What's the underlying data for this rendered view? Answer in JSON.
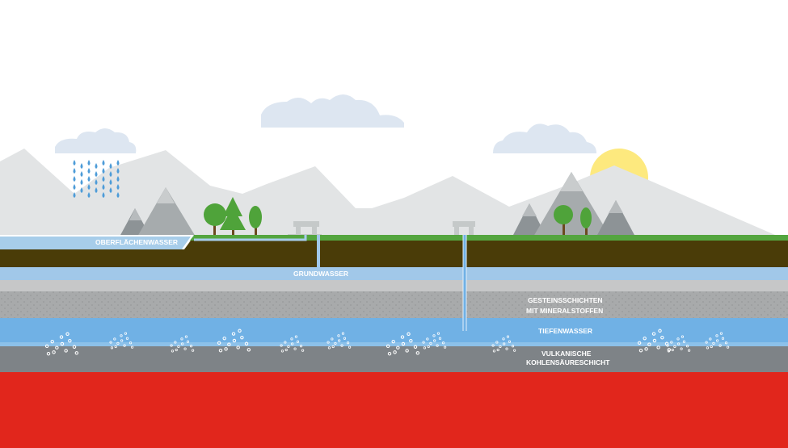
{
  "labels": {
    "surface_water": "OBERFLÄCHENWASSER",
    "groundwater": "GRUNDWASSER",
    "rock_layers_line1": "GESTEINSSCHICHTEN",
    "rock_layers_line2": "MIT MINERALSTOFFEN",
    "deep_water": "TIEFENWASSER",
    "volcanic_line1": "VULKANISCHE",
    "volcanic_line2": "KOHLENSÄURESCHICHT"
  },
  "colors": {
    "sky": "#ffffff",
    "cloud": "#dde6f1",
    "back_mountains": "#e2e4e5",
    "mountain_dark": "#8d9396",
    "mountain_light": "#a6abad",
    "sun": "#fde97e",
    "grass": "#54a53f",
    "surface_water": "#a7cdea",
    "soil": "#4a3c08",
    "groundwater": "#a1c8e9",
    "rock_light": "#c6c7c8",
    "rock_mid": "#a8aaab",
    "deep_water": "#70b1e5",
    "volcanic": "#7e8387",
    "magma": "#e1261c",
    "well": "#c5c9c9",
    "tree_green": "#4fa33a",
    "tree_trunk": "#6b4a1f",
    "rain": "#4e9cd8"
  }
}
